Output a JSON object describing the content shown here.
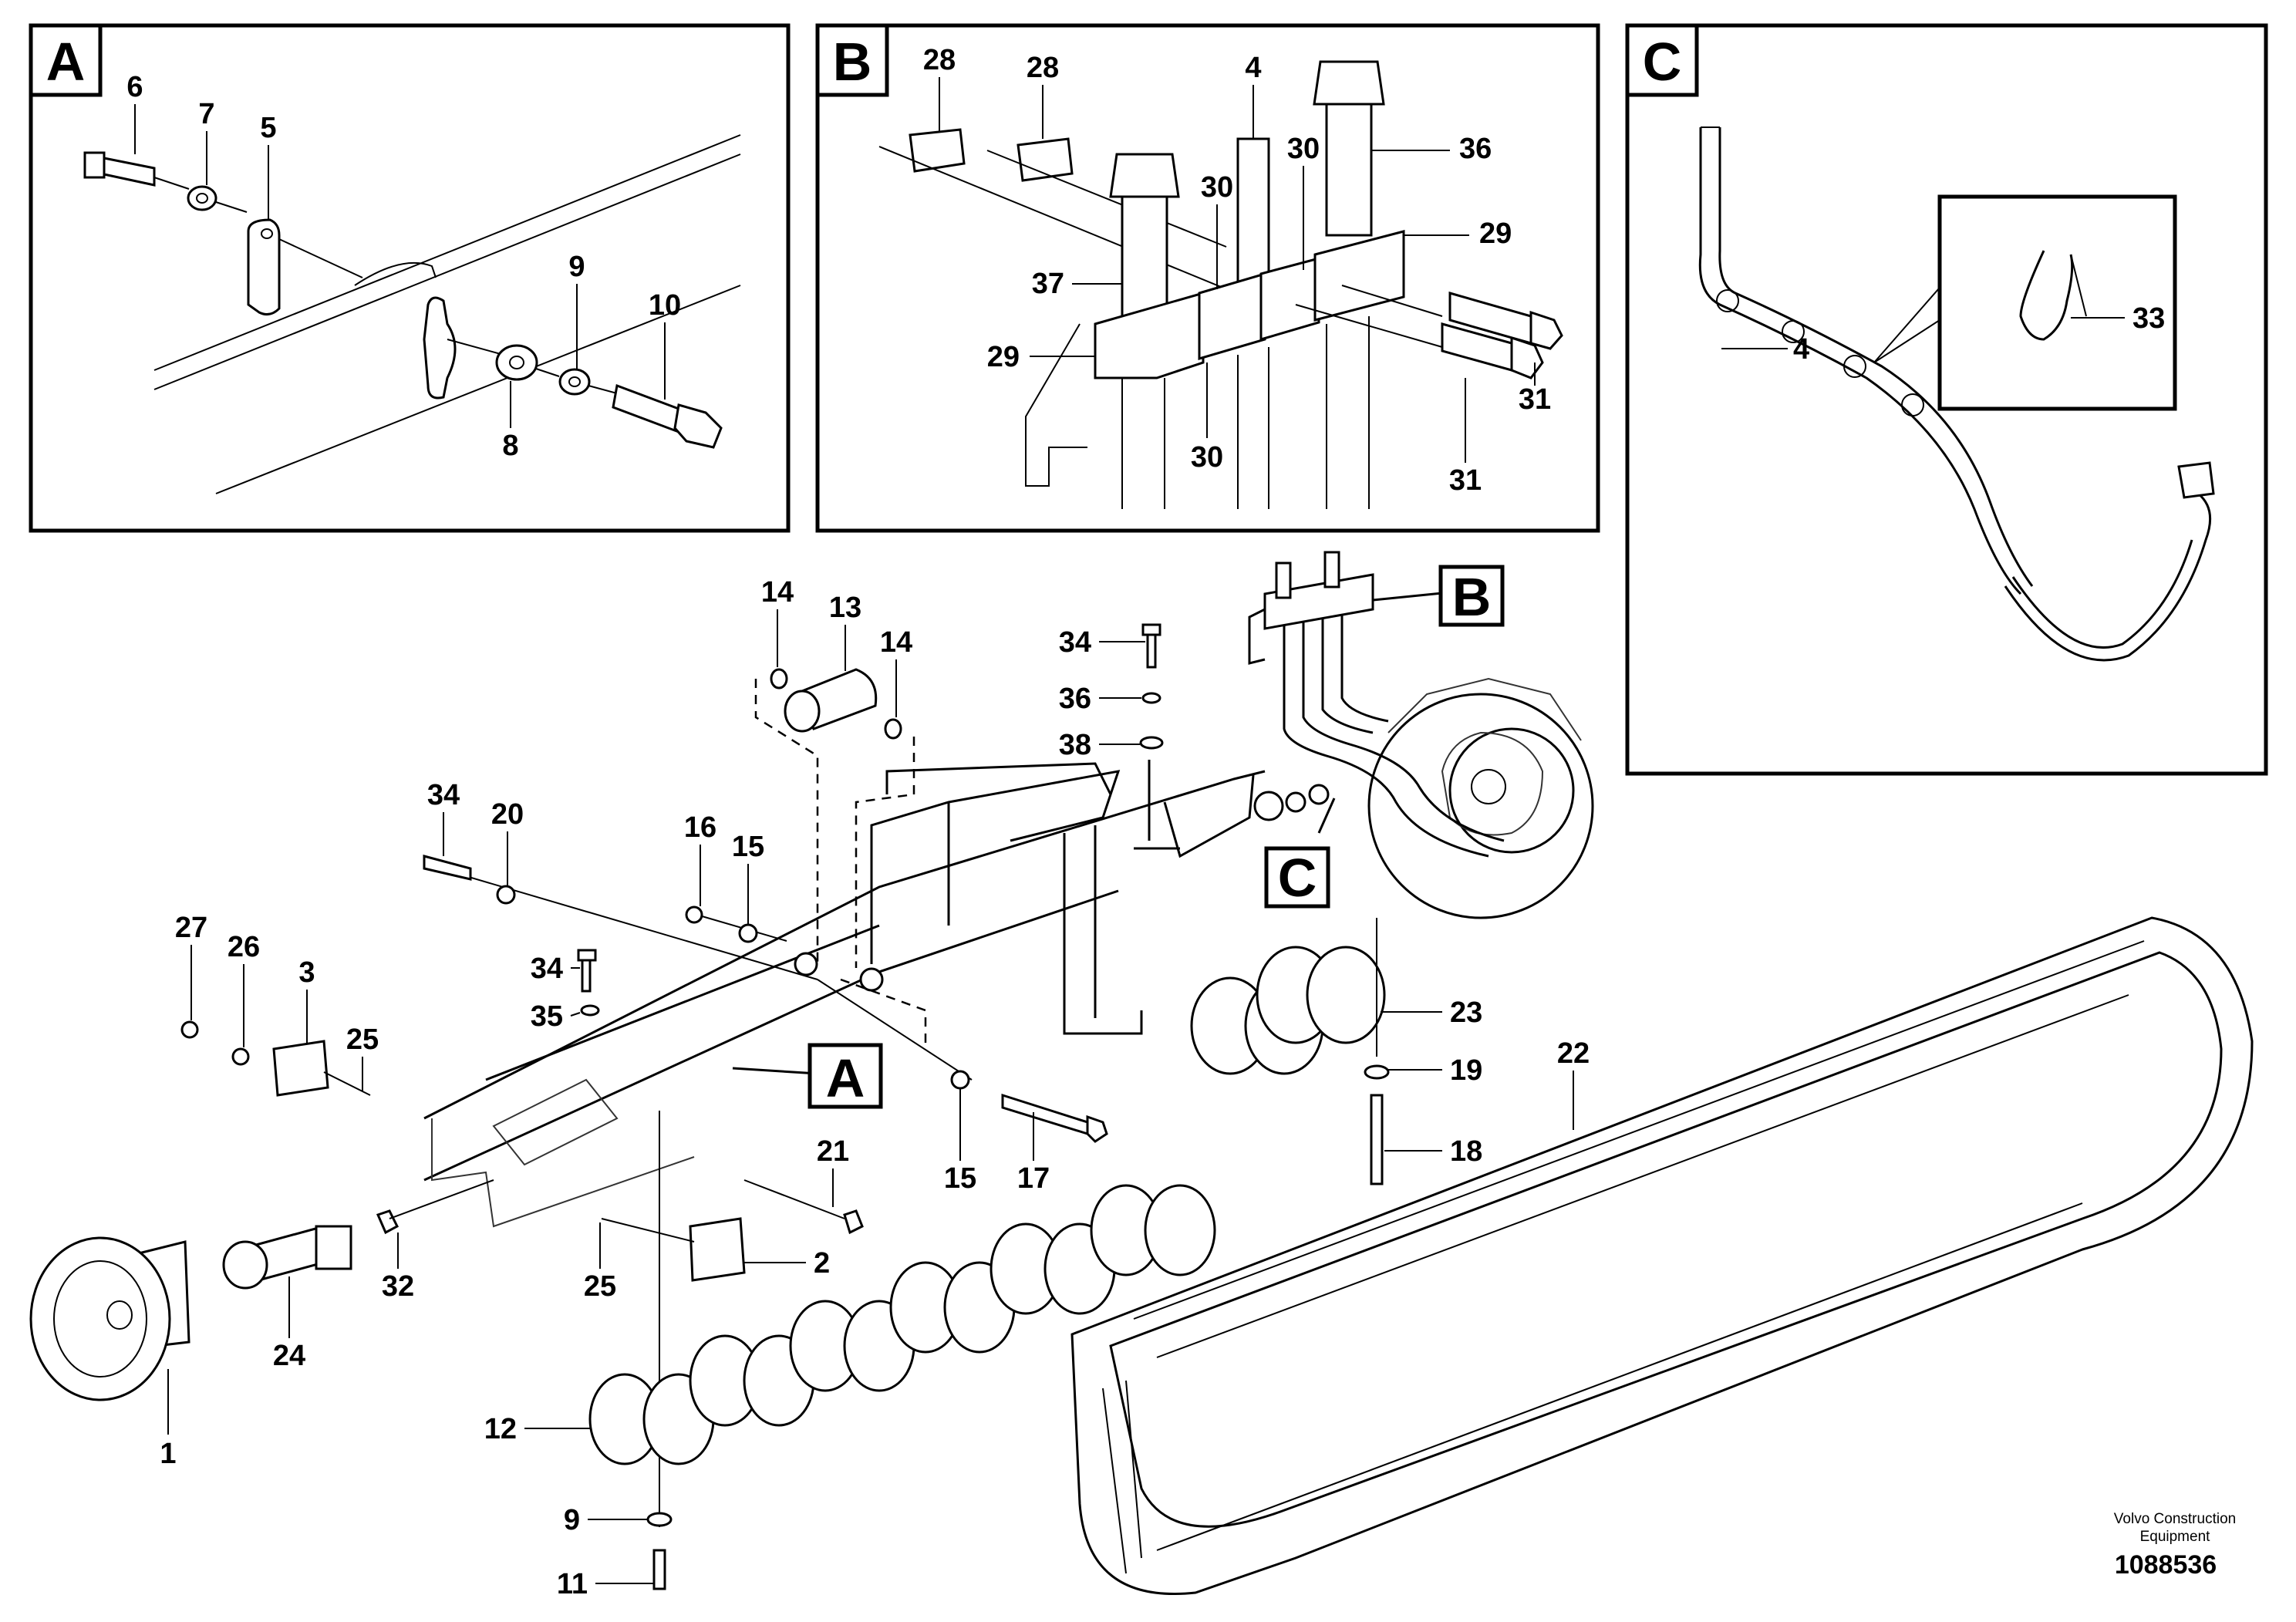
{
  "detail_views": [
    {
      "letter": "A",
      "labels": [
        "6",
        "7",
        "5",
        "9",
        "10",
        "8"
      ]
    },
    {
      "letter": "B",
      "labels": [
        "28",
        "28",
        "4",
        "30",
        "36",
        "30",
        "29",
        "37",
        "29",
        "30",
        "31",
        "31"
      ]
    },
    {
      "letter": "C",
      "labels": [
        "4",
        "33"
      ]
    }
  ],
  "main_view": {
    "callouts": {
      "B": "B",
      "C": "C",
      "A": "A"
    },
    "labels": [
      "14",
      "13",
      "14",
      "34",
      "36",
      "38",
      "34",
      "20",
      "16",
      "15",
      "27",
      "26",
      "3",
      "34",
      "35",
      "25",
      "23",
      "19",
      "22",
      "21",
      "15",
      "17",
      "18",
      "32",
      "2",
      "25",
      "24",
      "12",
      "1",
      "9",
      "11"
    ]
  },
  "footer": {
    "brand_line1": "Volvo Construction",
    "brand_line2": "Equipment",
    "doc_number": "1088536"
  },
  "icons": [
    "letter-box",
    "arrow-pointer"
  ],
  "colors": {
    "ink": "#000000",
    "paper": "#ffffff"
  }
}
